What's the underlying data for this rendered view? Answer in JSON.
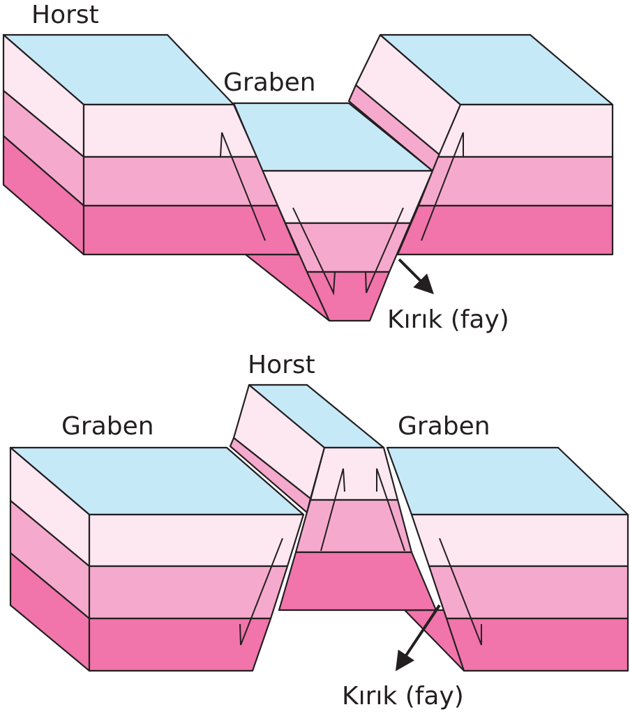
{
  "top_diagram": {
    "labels": {
      "horst": "Horst",
      "graben": "Graben",
      "fault": "Kırık (fay)"
    }
  },
  "bottom_diagram": {
    "labels": {
      "horst": "Horst",
      "graben_left": "Graben",
      "graben_right": "Graben",
      "fault": "Kırık (fay)"
    }
  },
  "colors": {
    "top_surface": "#c6e9f8",
    "layer_light": "#fde7f1",
    "layer_mid": "#f5aacd",
    "layer_deep": "#f174ab"
  }
}
